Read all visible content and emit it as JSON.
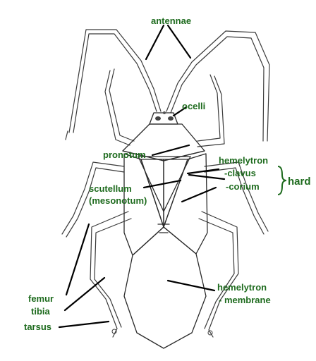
{
  "labels": {
    "antennae": "antennae",
    "ocelli": "ocelli",
    "pronotum": "pronotum",
    "hemelytron_top": "hemelytron",
    "clavus": "-clavus",
    "corium": "-corium",
    "hard": "hard",
    "scutellum": "scutellum",
    "mesonotum": "(mesonotum)",
    "femur": "femur",
    "tibia": "tibia",
    "tarsus": "tarsus",
    "hemelytron_bottom": "hemelytron",
    "membrane": "- membrane"
  },
  "colors": {
    "label": "#1e6b1e",
    "leader": "#000000",
    "ink": "#2a2a2a"
  }
}
